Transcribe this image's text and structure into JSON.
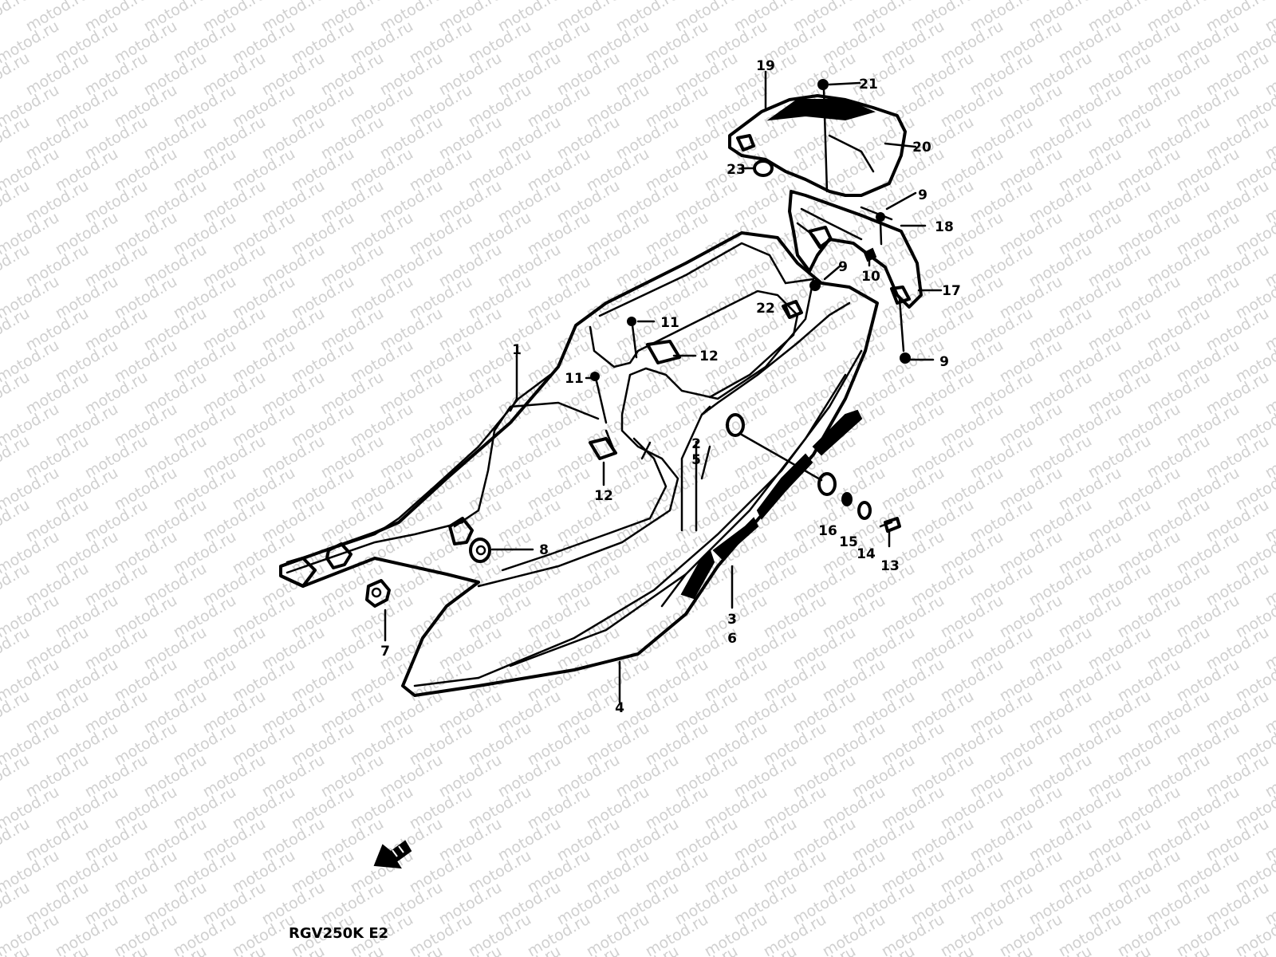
{
  "watermark": {
    "text": "motod.ru"
  },
  "model_code": "RGV250K  E2",
  "callouts": [
    {
      "label": "1"
    },
    {
      "label": "2"
    },
    {
      "label": "5"
    },
    {
      "label": "3"
    },
    {
      "label": "6"
    },
    {
      "label": "4"
    },
    {
      "label": "7"
    },
    {
      "label": "8"
    },
    {
      "label": "9"
    },
    {
      "label": "9"
    },
    {
      "label": "9"
    },
    {
      "label": "10"
    },
    {
      "label": "11"
    },
    {
      "label": "11"
    },
    {
      "label": "12"
    },
    {
      "label": "12"
    },
    {
      "label": "13"
    },
    {
      "label": "14"
    },
    {
      "label": "15"
    },
    {
      "label": "16"
    },
    {
      "label": "17"
    },
    {
      "label": "18"
    },
    {
      "label": "19"
    },
    {
      "label": "20"
    },
    {
      "label": "21"
    },
    {
      "label": "22"
    },
    {
      "label": "23"
    }
  ]
}
